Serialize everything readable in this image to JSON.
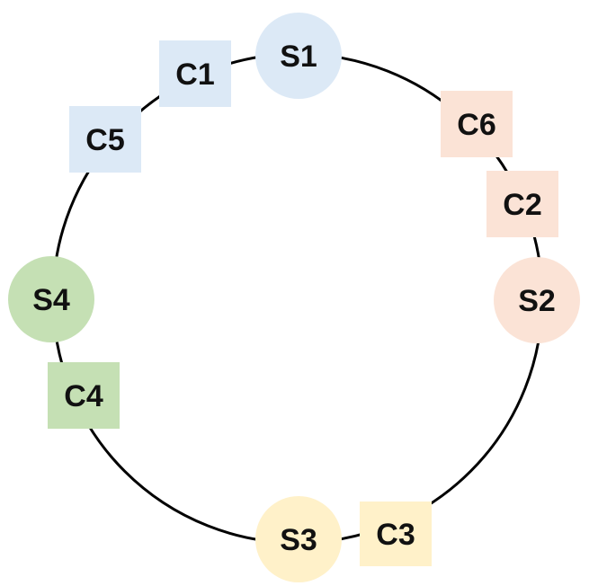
{
  "servers": [
    {
      "id": "s1",
      "label": "S1",
      "color": "#dce9f6"
    },
    {
      "id": "s2",
      "label": "S2",
      "color": "#fbe3d6"
    },
    {
      "id": "s3",
      "label": "S3",
      "color": "#fff1c9"
    },
    {
      "id": "s4",
      "label": "S4",
      "color": "#c5e0b4"
    }
  ],
  "clients": [
    {
      "id": "c1",
      "label": "C1",
      "color": "#dce9f6"
    },
    {
      "id": "c2",
      "label": "C2",
      "color": "#fbe3d6"
    },
    {
      "id": "c3",
      "label": "C3",
      "color": "#fff1c9"
    },
    {
      "id": "c4",
      "label": "C4",
      "color": "#c5e0b4"
    },
    {
      "id": "c5",
      "label": "C5",
      "color": "#dce9f6"
    },
    {
      "id": "c6",
      "label": "C6",
      "color": "#fbe3d6"
    }
  ],
  "ring": {
    "stroke": "#000000"
  }
}
